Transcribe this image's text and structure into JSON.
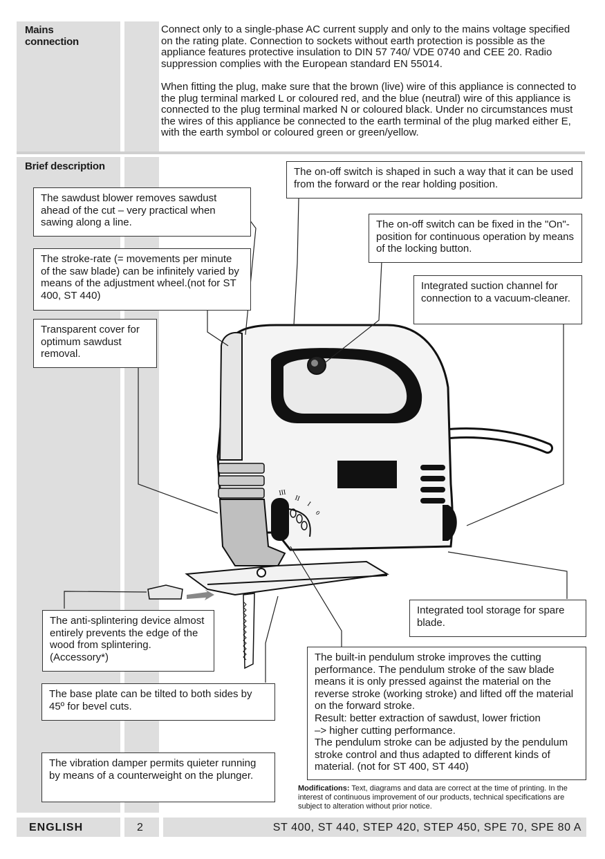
{
  "mains": {
    "label": "Mains\nconnection",
    "para1": "Connect only to a single-phase AC current supply and only to the mains voltage specified on the rating plate. Connection to sockets without earth protection is possible as the appliance features protective insulation to DIN 57 740/ VDE 0740 and CEE 20. Radio suppression complies with the European standard EN 55014.",
    "para2": "When fitting the plug, make sure that the brown (live) wire of this appliance is connected to the plug terminal marked L or coloured red, and the blue (neutral) wire of this appliance is connected to the plug terminal marked N or coloured black. Under no circumstances must the wires of this appliance be connected to the earth terminal of the plug marked either E, with the earth symbol or coloured green or green/yellow."
  },
  "brief": {
    "label": "Brief description",
    "callouts": {
      "on_off_shape": "The on-off switch is shaped in such a way that it can be used from the forward or the rear holding position.",
      "sawdust_blower": "The sawdust blower removes sawdust ahead of the cut – very practical when sawing along a line.",
      "switch_fixed": "The on-off switch can be fixed in the \"On\"- position for continuous operation by means of the locking button.",
      "stroke_rate": "The stroke-rate (= movements per minute of the saw blade) can be infinitely varied by means of the adjustment wheel.(not for ST 400, ST 440)",
      "suction_channel": "Integrated suction channel for connection to a vacuum-cleaner.",
      "transparent_cover": "Transparent cover for optimum sawdust removal.",
      "tool_storage": "Integrated tool storage for spare blade.",
      "anti_splinter": "The anti-splintering device almost entirely prevents the edge of the wood from splintering. (Accessory*)",
      "pendulum": "The built-in pendulum stroke improves the cutting performance. The pendulum stroke of the saw blade means it is only pressed against the material on the reverse stroke (working stroke) and lifted off the material on the forward stroke.\nResult: better extraction of sawdust, lower friction\n–> higher cutting performance.\nThe pendulum stroke can be adjusted by the pendulum stroke control and thus adapted to different kinds of material. (not for ST 400, ST 440)",
      "base_plate": "The base plate can be tilted to both sides by 45º for bevel cuts.",
      "vibration": "The vibration damper permits quieter running by means of a counterweight on the plunger."
    },
    "dial_marks": [
      "III",
      "II",
      "I",
      "0"
    ]
  },
  "modifications": {
    "label": "Modifications:",
    "text": " Text, diagrams and data are correct at the time of printing. In the interest of continuous improvement of our products, technical specifications are subject to alteration without prior notice."
  },
  "footer": {
    "language": "ENGLISH",
    "page": "2",
    "models": "ST 400, ST 440, STEP 420, STEP 450, SPE 70, SPE 80 A"
  }
}
